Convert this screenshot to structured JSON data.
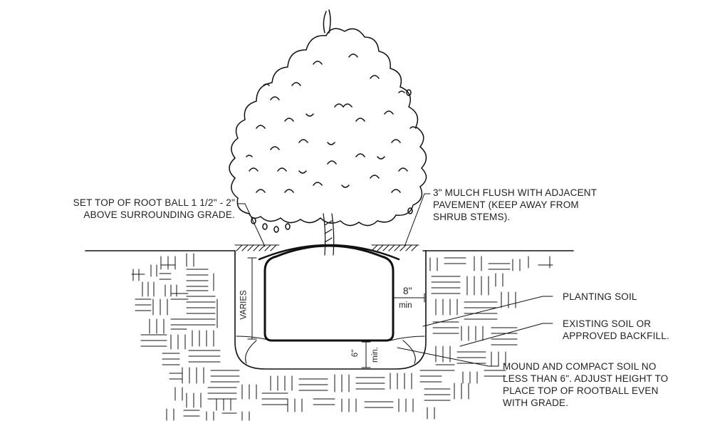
{
  "callouts": {
    "root_ball_top": [
      "SET TOP OF ROOT BALL 1 1/2\" - 2\"",
      "ABOVE SURROUNDING GRADE."
    ],
    "mulch": [
      "3\" MULCH FLUSH WITH ADJACENT",
      "PAVEMENT (KEEP AWAY FROM",
      "SHRUB STEMS)."
    ],
    "planting_soil": "PLANTING SOIL",
    "existing_soil": [
      "EXISTING SOIL OR",
      "APPROVED BACKFILL."
    ],
    "mound": [
      "MOUND AND COMPACT SOIL NO",
      "LESS THAN 6\". ADJUST HEIGHT TO",
      "PLACE TOP OF ROOTBALL EVEN",
      "WITH GRADE."
    ]
  },
  "dimensions": {
    "varies": "VARIES",
    "side_clearance": "8\"",
    "side_clearance_min": "min",
    "mound_height": "6\"",
    "mound_min": "min."
  }
}
